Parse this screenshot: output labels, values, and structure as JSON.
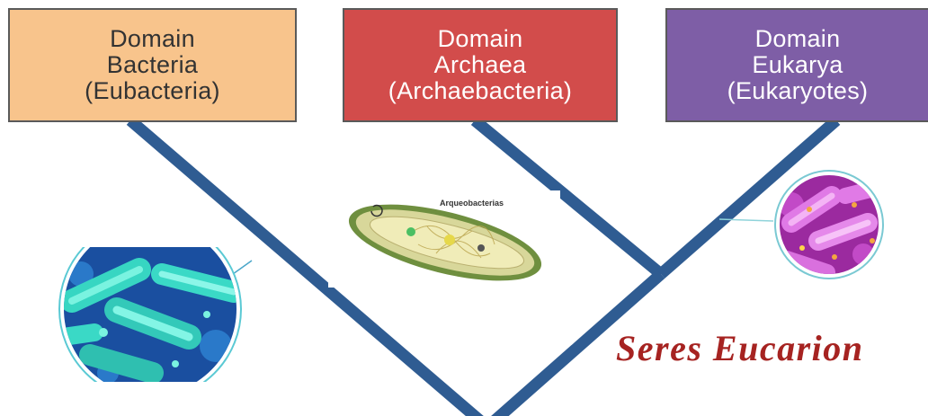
{
  "domains": [
    {
      "line1": "Domain",
      "line2": "Bacteria",
      "line3": "(Eubacteria)",
      "color": "#f8c48c"
    },
    {
      "line1": "Domain",
      "line2": "Archaea",
      "line3": "(Archaebacteria)",
      "color": "#d24c4b"
    },
    {
      "line1": "Domain",
      "line2": "Eukarya",
      "line3": "(Eukaryotes)",
      "color": "#7e5ea6"
    }
  ],
  "archaea_image": {
    "label": "Arqueobacterias"
  },
  "overlay_title": "Seres Eucarion",
  "colors": {
    "tree_branch": "#2f5c92",
    "title_text": "#a62321"
  }
}
